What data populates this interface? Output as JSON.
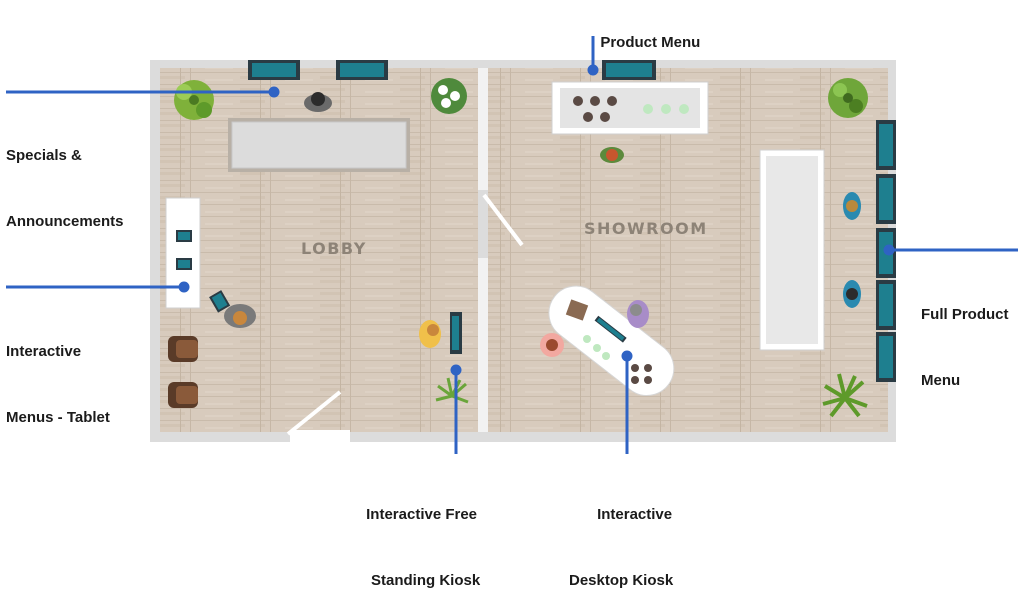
{
  "rooms": {
    "lobby": "LOBBY",
    "showroom": "SHOWROOM"
  },
  "callouts": {
    "product_menu": "Product Menu",
    "specials_line1": "Specials &",
    "specials_line2": "Announcements",
    "tablet_line1": "Interactive",
    "tablet_line2": "Menus - Tablet",
    "full_menu_line1": "Full Product",
    "full_menu_line2": "Menu",
    "free_kiosk_line1": "Interactive Free",
    "free_kiosk_line2": "Standing Kiosk",
    "desktop_kiosk_line1": "Interactive",
    "desktop_kiosk_line2": "Desktop Kiosk"
  },
  "colors": {
    "floor": "#d9ccbe",
    "wall": "#dcdcdc",
    "callout_line": "#2f63c4",
    "screen": "#1f7a8c",
    "counter": "#dedede"
  },
  "icons": [
    "plant-icon",
    "person-icon",
    "screen-icon",
    "tablet-icon",
    "chair-icon"
  ]
}
